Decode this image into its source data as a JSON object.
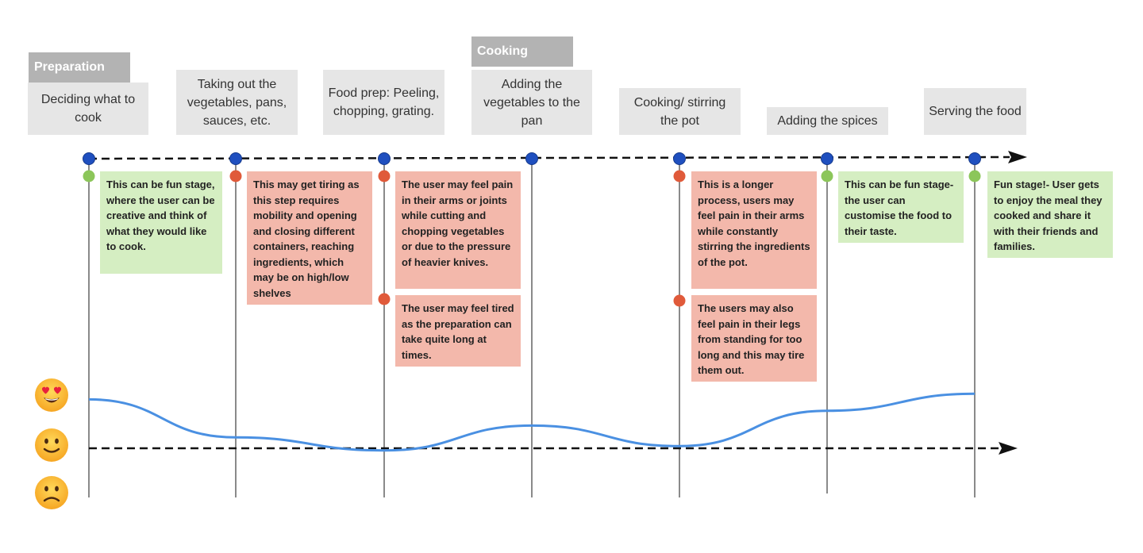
{
  "phases": [
    {
      "label": "Preparation"
    },
    {
      "label": "Cooking"
    }
  ],
  "steps": [
    {
      "label": "Deciding what to cook"
    },
    {
      "label": "Taking out the vegetables, pans, sauces, etc."
    },
    {
      "label": "Food prep: Peeling, chopping, grating."
    },
    {
      "label": "Adding the vegetables to the pan"
    },
    {
      "label": "Cooking/ stirring the pot"
    },
    {
      "label": "Adding the spices"
    },
    {
      "label": "Serving the food"
    }
  ],
  "notes": [
    {
      "text": "This can be fun stage, where the user can be creative and think of what they would like to cook.",
      "sentiment": "positive"
    },
    {
      "text": "This may get tiring as this step requires mobility and opening and closing different containers, reaching ingredients, which may be on high/low shelves",
      "sentiment": "negative"
    },
    {
      "text": "The user may feel pain in their arms or joints while cutting and chopping vegetables or due to the pressure of heavier knives.",
      "sentiment": "negative"
    },
    {
      "text": "The user may feel tired as the preparation can take quite long at times.",
      "sentiment": "negative"
    },
    {
      "text": "This is a longer process, users may feel pain in their arms while constantly stirring the ingredients of the pot.",
      "sentiment": "negative"
    },
    {
      "text": "The users may also feel pain in their legs from standing for too long and this may tire them out.",
      "sentiment": "negative"
    },
    {
      "text": "This can be fun stage- the user can customise the food to their taste.",
      "sentiment": "positive"
    },
    {
      "text": "Fun stage!- User gets to enjoy the meal they cooked and share it with their friends and families.",
      "sentiment": "positive"
    }
  ],
  "emotion_scale": [
    {
      "icon": "heart-eyes-face-icon",
      "level": "happy"
    },
    {
      "icon": "slightly-smiling-face-icon",
      "level": "neutral"
    },
    {
      "icon": "slightly-frowning-face-icon",
      "level": "sad"
    }
  ],
  "emotion_curve": {
    "levels": [
      1.12,
      0.25,
      -0.05,
      0.52,
      0.05,
      0.86,
      1.25
    ]
  },
  "colors": {
    "timeline_dot": "#1f4fbf",
    "negative_dot": "#e05a3a",
    "positive_dot": "#8cc65a",
    "curve": "#4a90e2",
    "stage_line": "#8a8a8a",
    "positive_note": "#d5eec2",
    "negative_note": "#f3b8ab",
    "phase_label": "#b3b3b3",
    "step_box": "#e6e6e6"
  }
}
